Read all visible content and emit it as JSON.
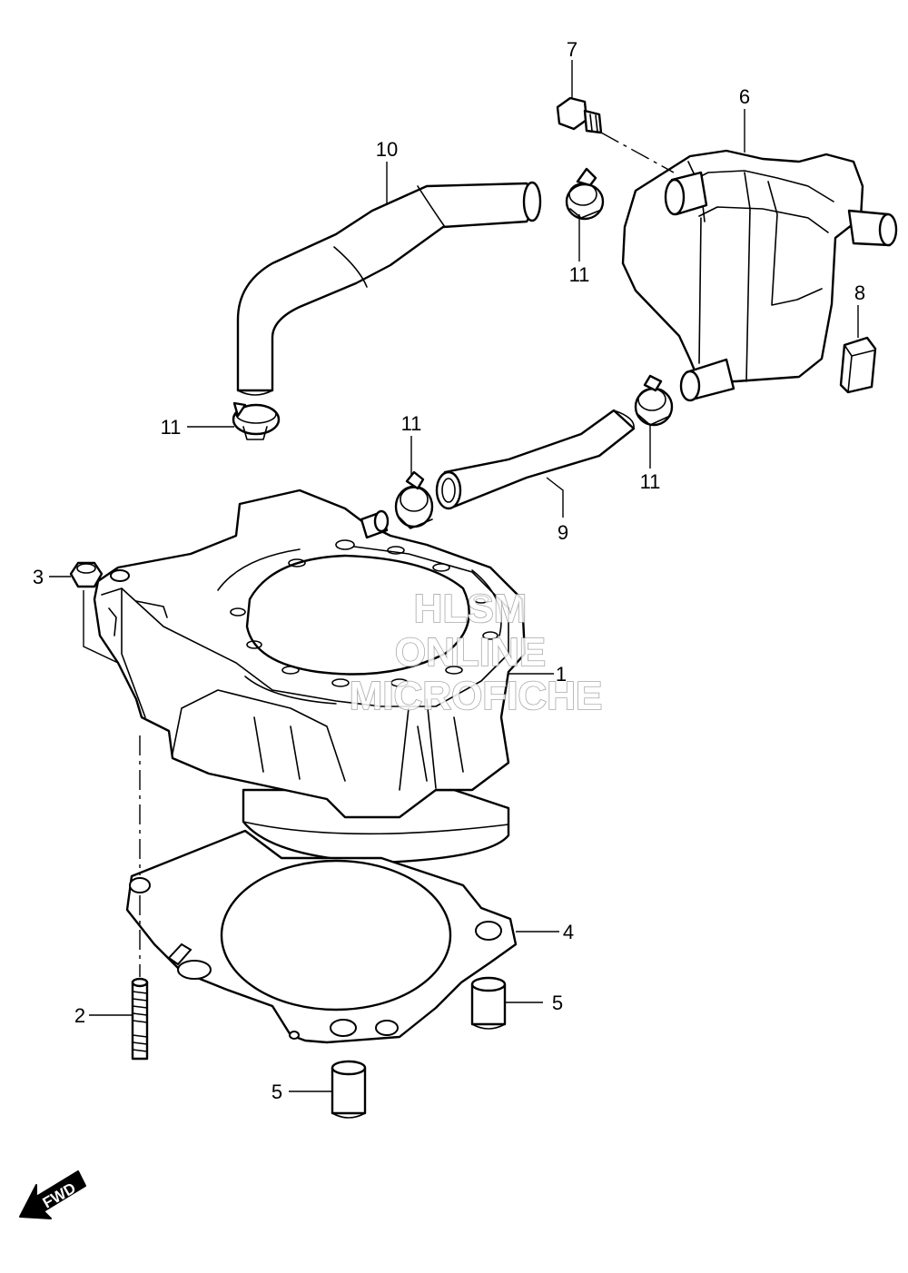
{
  "callouts": {
    "c1": "1",
    "c2": "2",
    "c3": "3",
    "c4": "4",
    "c5a": "5",
    "c5b": "5",
    "c6": "6",
    "c7": "7",
    "c8": "8",
    "c9": "9",
    "c10": "10",
    "c11a": "11",
    "c11b": "11",
    "c11c": "11",
    "c11d": "11"
  },
  "watermark": {
    "line1": "HLSM",
    "line2": "ONLINE",
    "line3": "MICROFICHE"
  },
  "fwd_arrow": {
    "label": "FWD"
  },
  "colors": {
    "line": "#000000",
    "background": "#ffffff",
    "watermark_outline": "#9a9a9a"
  }
}
